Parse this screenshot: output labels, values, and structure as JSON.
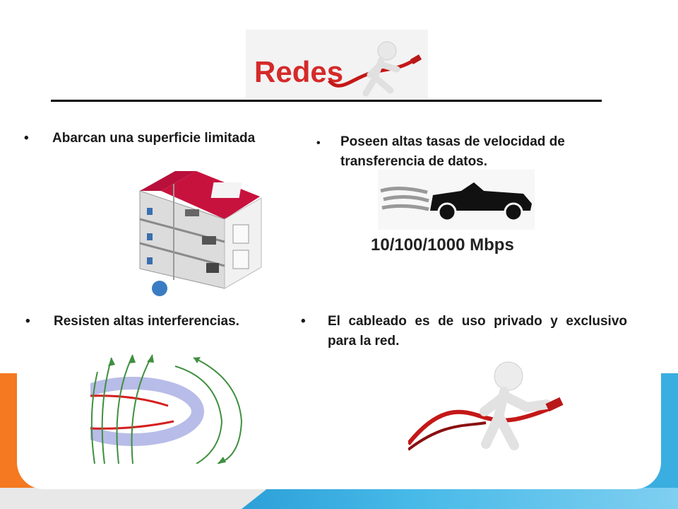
{
  "logo": {
    "text": "Redes"
  },
  "bullets": {
    "top_left": "Abarcan una superficie limitada",
    "top_right": "Poseen altas tasas de velocidad de transferencia de datos.",
    "bottom_left": "Resisten altas interferencias.",
    "bottom_right": "El cableado es de uso privado y exclusivo para la red."
  },
  "speed_label": "10/100/1000 Mbps",
  "bullet_char": "•",
  "colors": {
    "logo_text": "#d42a2a",
    "accent_orange": "#f47920",
    "accent_blue": "#3aaee0",
    "cable_red": "#cc1a1a",
    "field_green": "#3f8f3f"
  },
  "images": {
    "logo_figure": "person-pulling-network-cable",
    "top_left": "house-cutaway-network",
    "top_right": "speeding-car-silhouette",
    "bottom_left": "electromagnetic-field-coil",
    "bottom_right": "person-pulling-network-cable"
  }
}
